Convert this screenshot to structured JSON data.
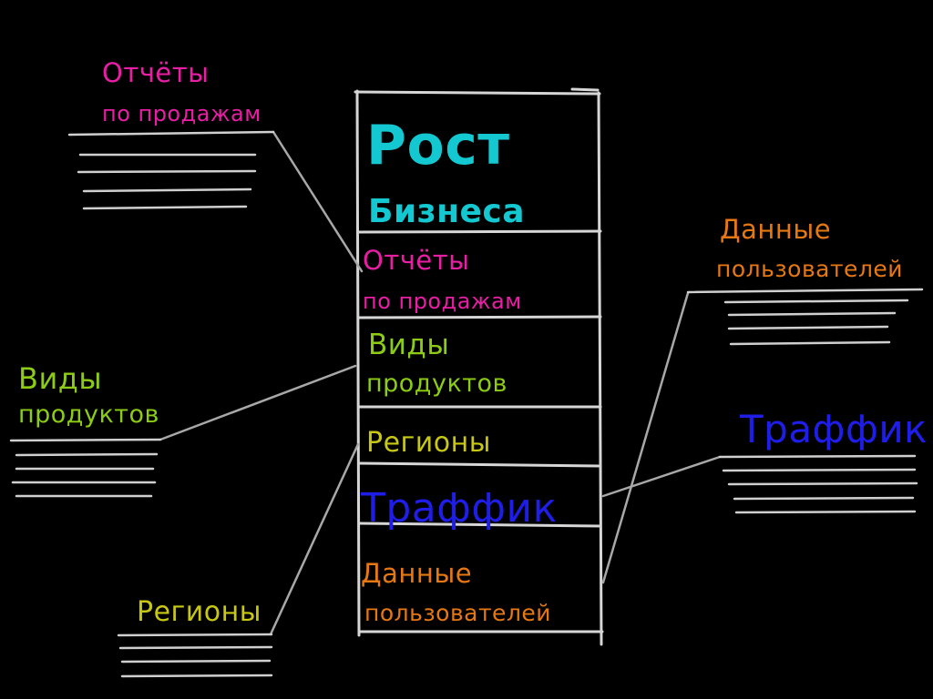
{
  "colors": {
    "background": "#000000",
    "lines": "#d0d0d0",
    "connectors": "#aaaaaa",
    "title": "#14c8d2",
    "sales": "#e81ea4",
    "products": "#8ccc14",
    "regions": "#c8c814",
    "traffic": "#1e1ee8",
    "users": "#e67814"
  },
  "column": {
    "title_line1": "Рост",
    "title_line2": "Бизнеса",
    "rows": [
      {
        "line1": "Отчёты",
        "line2": "по продажам"
      },
      {
        "line1": "Виды",
        "line2": "продуктов"
      },
      {
        "line1": "Регионы",
        "line2": ""
      },
      {
        "line1": "Траффик",
        "line2": ""
      },
      {
        "line1": "Данные",
        "line2": "пользователей"
      }
    ]
  },
  "callouts": {
    "sales": {
      "line1": "Отчёты",
      "line2": "по продажам"
    },
    "products": {
      "line1": "Виды",
      "line2": "продуктов"
    },
    "regions": {
      "line1": "Регионы",
      "line2": ""
    },
    "users": {
      "line1": "Данные",
      "line2": "пользователей"
    },
    "traffic": {
      "line1": "Траффик",
      "line2": ""
    }
  }
}
